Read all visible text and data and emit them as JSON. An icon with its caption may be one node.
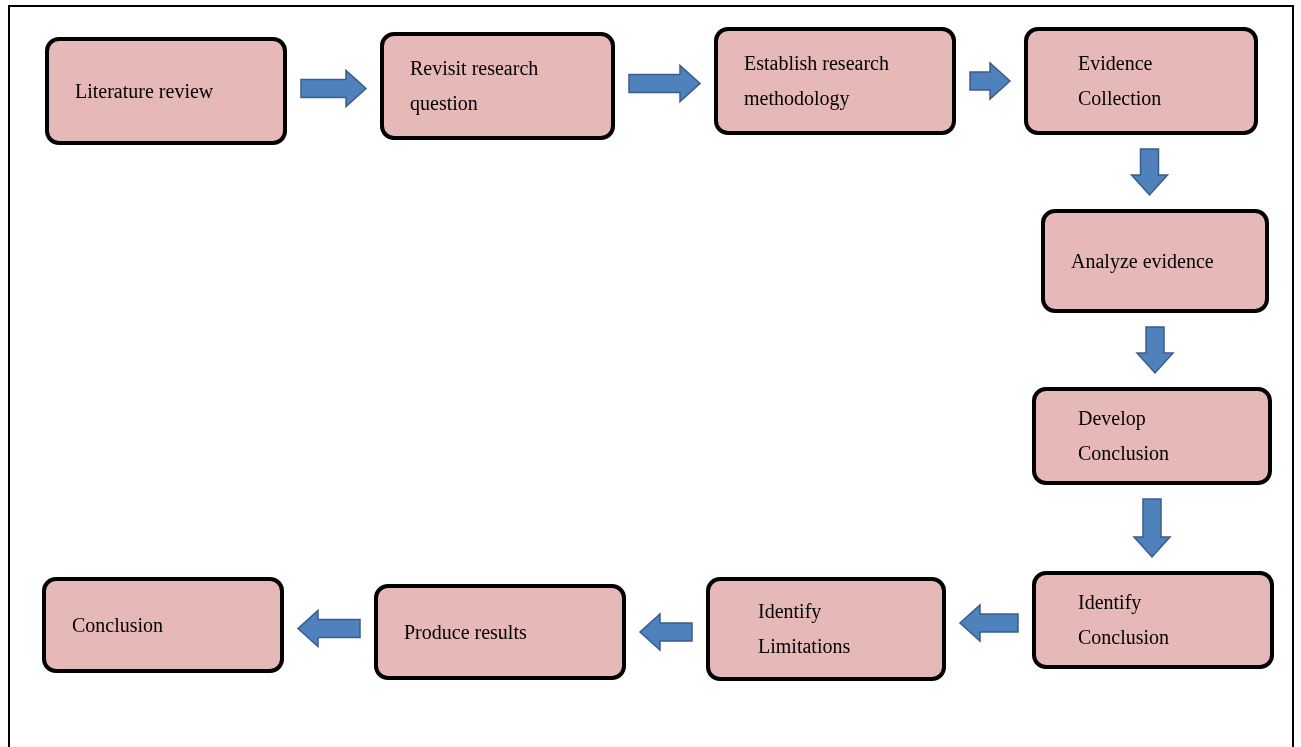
{
  "diagram": {
    "nodes": [
      {
        "text": [
          "Literature review"
        ]
      },
      {
        "text": [
          "Revisit research question"
        ]
      },
      {
        "text": [
          "Establish research methodology"
        ]
      },
      {
        "text": [
          "Evidence Collection"
        ]
      },
      {
        "text": [
          "Analyze evidence"
        ]
      },
      {
        "text": [
          "Develop Conclusion"
        ]
      },
      {
        "text": [
          "Identify Conclusion"
        ]
      },
      {
        "text": [
          "Identify Limitations"
        ]
      },
      {
        "text": [
          "Produce results"
        ]
      },
      {
        "text": [
          "Conclusion"
        ]
      }
    ],
    "edges": [
      {
        "from": 0,
        "to": 1,
        "arrow": "to"
      },
      {
        "from": 1,
        "to": 2,
        "arrow": "to"
      },
      {
        "from": 2,
        "to": 3,
        "arrow": "to"
      },
      {
        "from": 3,
        "to": 4,
        "arrow": "to"
      },
      {
        "from": 4,
        "to": 5,
        "arrow": "to"
      },
      {
        "from": 5,
        "to": 6,
        "arrow": "to"
      },
      {
        "from": 6,
        "to": 7,
        "arrow": "to"
      },
      {
        "from": 7,
        "to": 8,
        "arrow": "to"
      },
      {
        "from": 8,
        "to": 9,
        "arrow": "to"
      }
    ]
  }
}
